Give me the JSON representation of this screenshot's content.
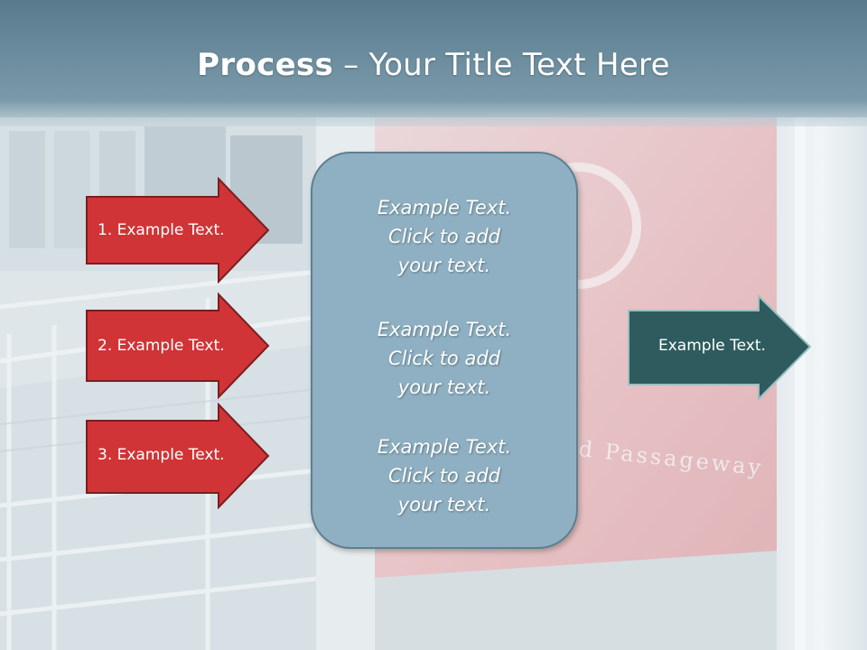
{
  "title": {
    "bold": "Process",
    "rest": " – Your Title Text Here"
  },
  "left_steps": [
    {
      "label": "1. Example Text."
    },
    {
      "label": "2. Example Text."
    },
    {
      "label": "3. Example Text."
    }
  ],
  "center_box": {
    "paragraphs": [
      "Example Text.\nClick  to add\nyour text.",
      "Example Text.\nClick  to add\nyour text.",
      "Example Text.\nClick  to add\nyour text."
    ]
  },
  "output_arrow": {
    "label": "Example Text."
  },
  "background_sign": {
    "text": "d Passageway"
  },
  "colors": {
    "step_red": "#d03436",
    "output_teal": "#2e5c5e",
    "box_blue": "#8eb0c2",
    "title_band": "#5f7f92"
  }
}
